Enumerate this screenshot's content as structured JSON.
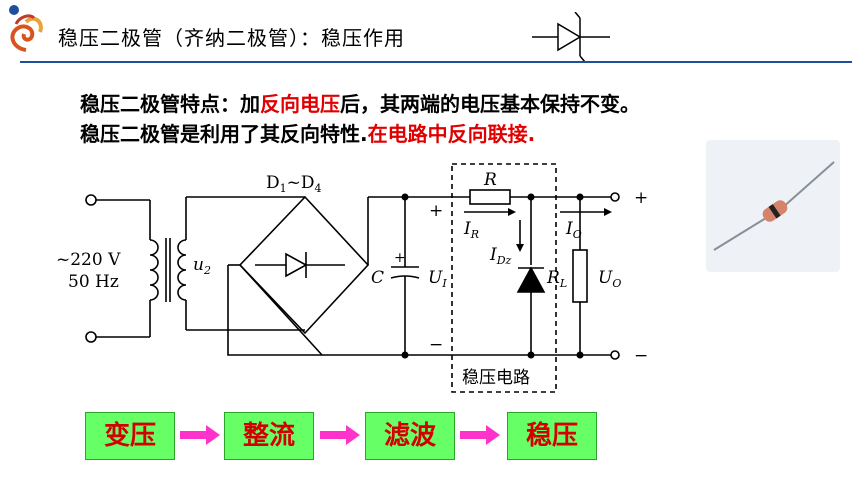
{
  "header": {
    "title": "稳压二极管（齐纳二极管）：稳压作用"
  },
  "description": {
    "line1_a": "稳压二极管特点：加",
    "line1_red": "反向电压",
    "line1_b": "后，其两端的电压基本保持不变。",
    "line2_a": "稳压二极管是利用了其反向特性.",
    "line2_red": "在电路中反向联接."
  },
  "circuit": {
    "source_voltage": "~220 V",
    "source_freq": "50 Hz",
    "u2": "u",
    "u2_sub": "2",
    "bridge": "D",
    "bridge_sub1": "1",
    "bridge_mid": "~D",
    "bridge_sub2": "4",
    "capacitor": "C",
    "ui": "U",
    "ui_sub": "I",
    "resistor": "R",
    "ir": "I",
    "ir_sub": "R",
    "idz": "I",
    "idz_sub": "Dz",
    "io": "I",
    "io_sub": "O",
    "rl": "R",
    "rl_sub": "L",
    "uo": "U",
    "uo_sub": "O",
    "plus": "+",
    "minus": "−",
    "regulator_label": "稳压电路"
  },
  "flow": {
    "steps": [
      "变压",
      "整流",
      "滤波",
      "稳压"
    ]
  },
  "colors": {
    "accent_blue": "#1f4e9a",
    "highlight_red": "#e00000",
    "flow_box": "#66ff66",
    "flow_arrow": "#ff33cc"
  }
}
